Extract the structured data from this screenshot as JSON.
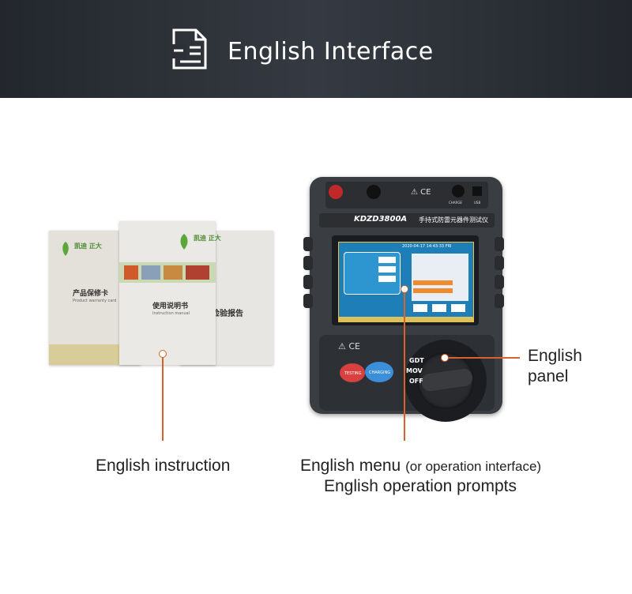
{
  "header": {
    "title": "English Interface",
    "icon": "document-icon"
  },
  "documents": {
    "left": {
      "cn_title": "产品保修卡",
      "en_title": "Product warranty card",
      "brand_cn": "凯迪\n正大"
    },
    "middle": {
      "cn_title": "使用说明书",
      "en_title": "Instruction manual",
      "brand_cn": "凯迪\n正大"
    },
    "right": {
      "cn_title": "出厂检验报告"
    }
  },
  "device": {
    "model": "KDZD3800A",
    "model_cn": "手持式防雷元器件测试仪",
    "knob_positions": [
      "GDT",
      "MOV",
      "OFF"
    ],
    "button_testing": "TESTING",
    "button_charging": "CHARGING",
    "port_charge": "CHARGE",
    "port_usb": "USB",
    "screen_date": "2020-04-17  14:43:33  FRI"
  },
  "labels": {
    "instruction": "English  instruction",
    "menu": "English menu",
    "menu_note": "(or operation interface)",
    "prompts": "English operation prompts",
    "panel_line1": "English",
    "panel_line2": "panel"
  },
  "colors": {
    "accent": "#d9622b",
    "header_bg": "#2c3036",
    "screen": "#1e7fb8"
  }
}
